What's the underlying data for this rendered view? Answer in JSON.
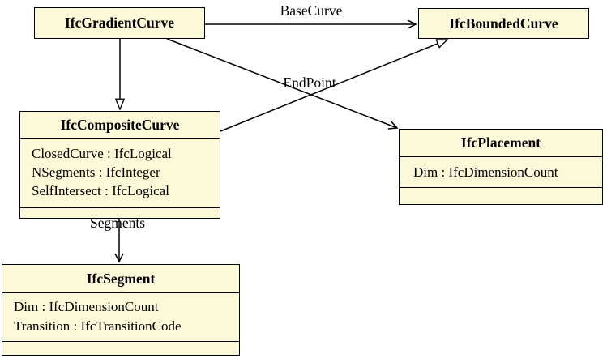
{
  "colors": {
    "background": "#ffffff",
    "box_fill": "#fcf9d8",
    "border": "#000000",
    "text": "#000000"
  },
  "classes": [
    {
      "name": "IfcGradientCurve",
      "attributes": []
    },
    {
      "name": "IfcBoundedCurve",
      "attributes": []
    },
    {
      "name": "IfcCompositeCurve",
      "attributes": [
        "ClosedCurve : IfcLogical",
        "NSegments : IfcInteger",
        "SelfIntersect : IfcLogical"
      ]
    },
    {
      "name": "IfcPlacement",
      "attributes": [
        "Dim : IfcDimensionCount"
      ]
    },
    {
      "name": "IfcSegment",
      "attributes": [
        "Dim : IfcDimensionCount",
        "Transition : IfcTransitionCode"
      ]
    }
  ],
  "relationships": [
    {
      "label": "BaseCurve",
      "type": "association",
      "from": "IfcGradientCurve",
      "to": "IfcBoundedCurve"
    },
    {
      "label": "EndPoint",
      "type": "association",
      "from": "IfcGradientCurve",
      "to": "IfcPlacement"
    },
    {
      "label": "Segments",
      "type": "association",
      "from": "IfcCompositeCurve",
      "to": "IfcSegment"
    },
    {
      "label": "",
      "type": "inheritance",
      "from": "IfcGradientCurve",
      "to": "IfcCompositeCurve"
    },
    {
      "label": "",
      "type": "inheritance",
      "from": "IfcCompositeCurve",
      "to": "IfcBoundedCurve"
    }
  ]
}
